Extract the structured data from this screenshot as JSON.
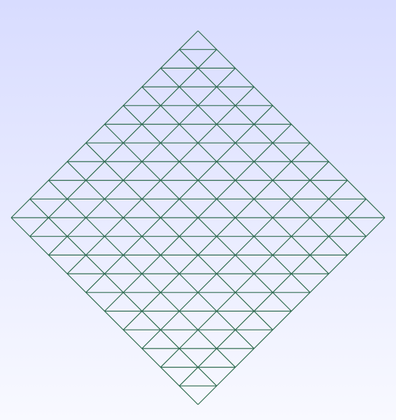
{
  "viewport": {
    "background_top": "#D8DCFF",
    "background_bottom": "#F8F9FF"
  },
  "mesh": {
    "shape": "diamond",
    "subdivisions": 10,
    "element_type": "triangle",
    "edge_color": "#2E6B4F"
  }
}
